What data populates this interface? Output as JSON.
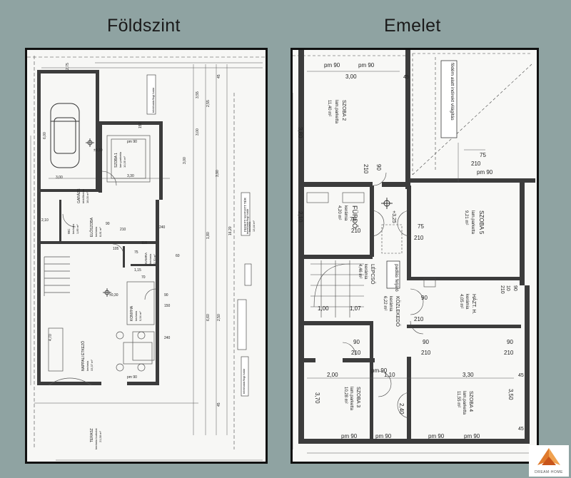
{
  "titles": {
    "ground": "Földszint",
    "upper": "Emelet"
  },
  "ground": {
    "rooms": {
      "garage_name": "GARÁZS",
      "garage_floor": "térkő/beton",
      "garage_area": "18,00 m²",
      "room1_name": "SZOBA 1",
      "room1_floor": "lam.parketta",
      "room1_area": "10,35 m²",
      "wc_name": "WC",
      "wc_floor": "kerámia",
      "wc_area": "1,89 m²",
      "hall_name": "ELŐSZOBA",
      "hall_floor": "kerámia",
      "hall_area": "8,81 m²",
      "kamra_name": "KAMRA",
      "kamra_floor": "kerámia",
      "kamra_area": "2,70 m²",
      "kitchen_name": "KONYHA",
      "kitchen_floor": "kerámia",
      "kitchen_area": "5,94 m²",
      "living_name": "NAPPALI ÉTKEZŐ",
      "living_floor": "kerámia",
      "living_area": "33,37 m²",
      "terrace_name": "TERASZ",
      "terrace_floor": "kerámia burkolat",
      "terrace_area": "21,58 m²",
      "porch_name": "FEDETT NYITOTT TÉR",
      "porch_floor": "kerámia",
      "porch_area": "13,44 m²"
    },
    "boundary_label": "telekhatár/fogi határ",
    "level_pm": "pm 90",
    "level_1": "±0,10",
    "level_2": "±0,30",
    "dims": {
      "d1": "2,75",
      "d2": "6,00",
      "d3": "3,00",
      "d4": "3,30",
      "d5": "3,00",
      "d6": "2,10",
      "d7": "90",
      "d8": "210",
      "d9": "150",
      "d10": "75",
      "d11": "240",
      "d12": "4,70",
      "d13": "1,15",
      "d14": "70",
      "d15": "3,55",
      "d16": "3,90",
      "d17": "16,20",
      "d18": "6,60",
      "d19": "2,50",
      "d20": "45",
      "d21": "90",
      "d22": "150",
      "d23": "240",
      "d24": "1,80",
      "d25": "2,55",
      "d26": "3,00",
      "d27": "45",
      "d28": "60",
      "d29": "105",
      "d30": "110"
    }
  },
  "upper": {
    "rooms": {
      "room2_name": "SZOBA 2",
      "room2_floor": "lam.parketta",
      "room2_area": "11,40 m²",
      "bath_name": "FÜRDŐ",
      "bath_floor": "kerámia",
      "bath_area": "4,20 m²",
      "stair_name": "LÉPCSŐ",
      "stair_floor": "kerámia",
      "stair_area": "4,46 m²",
      "corr_name": "KÖZLEKEDŐ",
      "corr_floor": "kerámia",
      "corr_area": "6,22 m²",
      "room5_name": "SZOBA 5",
      "room5_floor": "lam.parketta",
      "room5_area": "9,21 m²",
      "hh_name": "HÁZT. H.",
      "hh_floor": "kerámia",
      "hh_area": "4,05 m²",
      "room3_name": "SZOBA 3",
      "room3_floor": "lam.parketta",
      "room3_area": "10,28 m²",
      "room4_name": "SZOBA 4",
      "room4_floor": "lam.parketta",
      "room4_area": "11,55 m²"
    },
    "annot1": "födém alatt indirekt világítás",
    "annot2": "padlás feljáró",
    "level": "+3,25",
    "pm1": "pm 90",
    "pm2": "pm 90",
    "pm3": "pm 90",
    "pm4": "pm 90",
    "pm5": "pm 90",
    "pm6": "pm 90",
    "pm7": "pm 90",
    "pm8": "pm 90",
    "dims": {
      "d_300": "3,00",
      "d_380": "3,80",
      "d_210a": "210",
      "d_90a": "90",
      "d_75a": "75",
      "d_210b": "210",
      "d_75b": "75",
      "d_210c": "210",
      "d_75c": "75",
      "d_210d": "210",
      "d_75d": "75",
      "d_210e": "210",
      "d_100": "1,00",
      "d_107": "1,07",
      "d_90b": "90",
      "d_210f": "210",
      "d_90c": "90",
      "d_210g": "210",
      "d_90d": "90",
      "d_210h": "210",
      "d_90e": "90",
      "d_210i": "210",
      "d_200": "2,00",
      "d_110": "1,10",
      "d_330": "3,30",
      "d_370": "3,70",
      "d_240": "2,40",
      "d_350": "3,50",
      "d_45a": "45",
      "d_45b": "45",
      "d_45c": "45",
      "d_10": "10",
      "d_90f": "90",
      "d_210j": "210",
      "d_210k": "2,10"
    }
  },
  "logo": {
    "text": "DREAM·HOME"
  }
}
